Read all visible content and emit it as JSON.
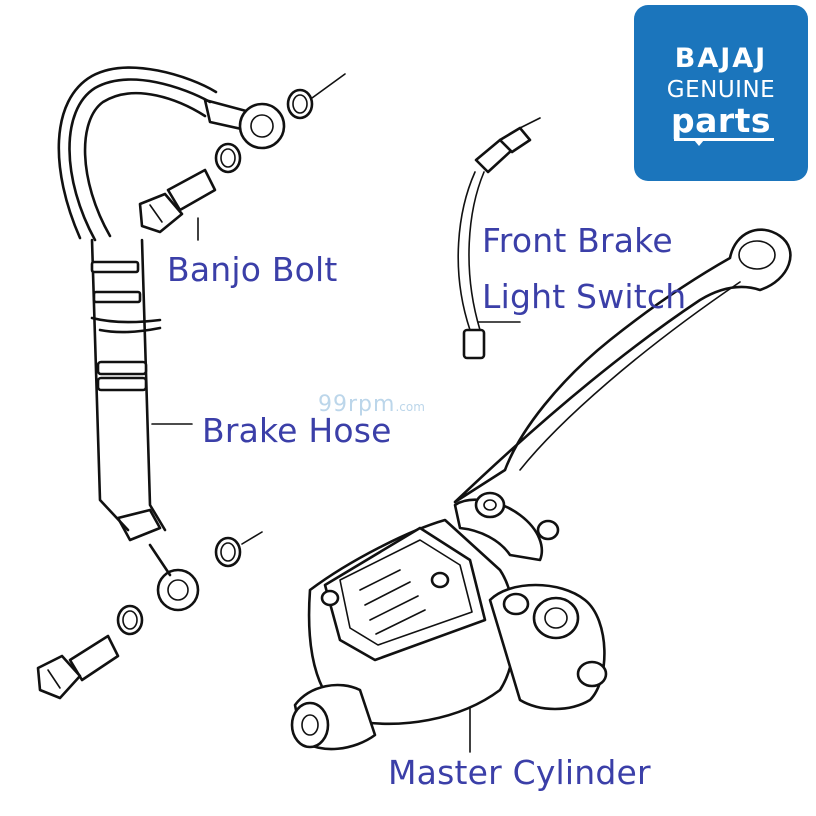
{
  "labels": {
    "banjo_bolt": "Banjo Bolt",
    "brake_hose": "Brake Hose",
    "front_brake_light_switch_line1": "Front Brake",
    "front_brake_light_switch_line2": "Light Switch",
    "master_cylinder": "Master Cylinder"
  },
  "watermark": {
    "main": "99rpm",
    "suffix": ".com"
  },
  "logo": {
    "brand": "BAJAJ",
    "line2": "GENUINE",
    "line3": "parts",
    "background_color": "#1b75bc"
  },
  "colors": {
    "label_text": "#3b3fa8",
    "line_art": "#111111"
  }
}
